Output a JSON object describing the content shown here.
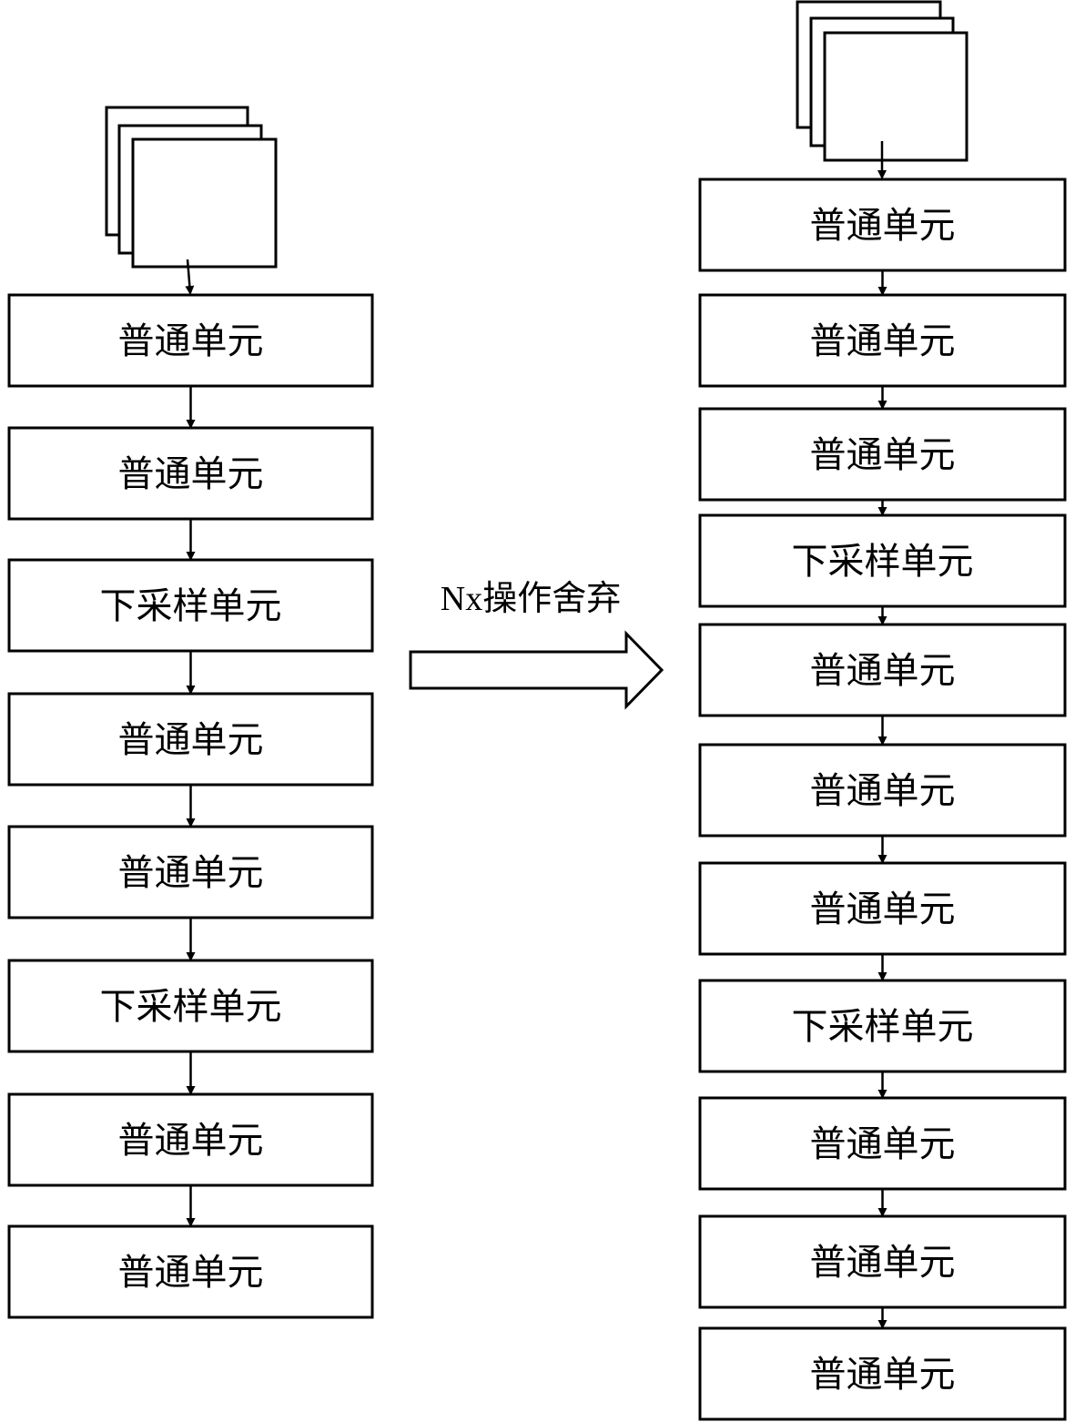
{
  "transform_label": "Nx操作舍弃",
  "left_column": {
    "units": [
      {
        "label": "普通单元",
        "kind": "normal"
      },
      {
        "label": "普通单元",
        "kind": "normal"
      },
      {
        "label": "下采样单元",
        "kind": "downsample"
      },
      {
        "label": "普通单元",
        "kind": "normal"
      },
      {
        "label": "普通单元",
        "kind": "normal"
      },
      {
        "label": "下采样单元",
        "kind": "downsample"
      },
      {
        "label": "普通单元",
        "kind": "normal"
      },
      {
        "label": "普通单元",
        "kind": "normal"
      }
    ]
  },
  "right_column": {
    "units": [
      {
        "label": "普通单元",
        "kind": "normal"
      },
      {
        "label": "普通单元",
        "kind": "normal"
      },
      {
        "label": "普通单元",
        "kind": "normal"
      },
      {
        "label": "下采样单元",
        "kind": "downsample"
      },
      {
        "label": "普通单元",
        "kind": "normal"
      },
      {
        "label": "普通单元",
        "kind": "normal"
      },
      {
        "label": "普通单元",
        "kind": "normal"
      },
      {
        "label": "下采样单元",
        "kind": "downsample"
      },
      {
        "label": "普通单元",
        "kind": "normal"
      },
      {
        "label": "普通单元",
        "kind": "normal"
      },
      {
        "label": "普通单元",
        "kind": "normal"
      }
    ]
  }
}
